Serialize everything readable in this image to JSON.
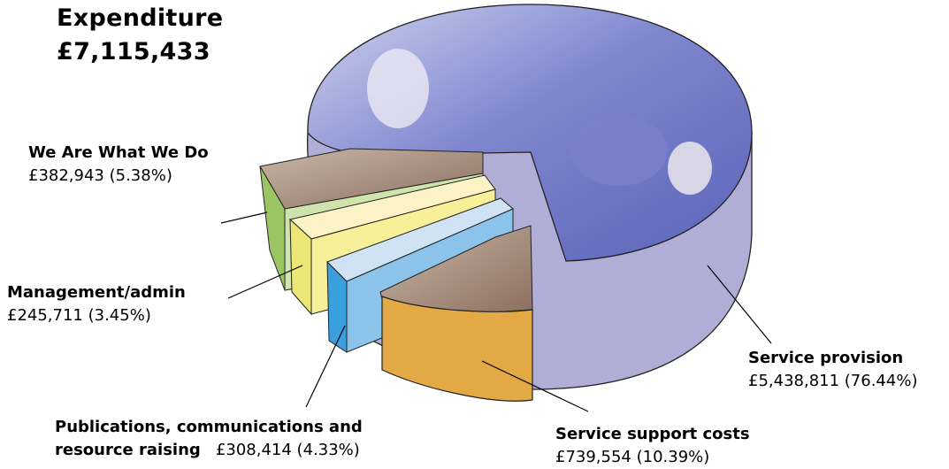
{
  "title": {
    "line1": "Expenditure",
    "line2": "£7,115,433"
  },
  "chart_data": {
    "type": "pie",
    "title": "Expenditure £7,115,433",
    "categories": [
      "Service provision",
      "Service support costs",
      "Publications, communications and resource raising",
      "Management/admin",
      "We Are What We Do"
    ],
    "values": [
      5438811,
      739554,
      308414,
      245711,
      382943
    ],
    "percent_labels": [
      "76.44%",
      "10.39%",
      "4.33%",
      "3.45%",
      "5.38%"
    ],
    "series": [
      {
        "values": [
          5438811,
          739554,
          308414,
          245711,
          382943
        ]
      }
    ],
    "colors": {
      "service_provision": "#b0add6",
      "service_support_costs": "#e2a944",
      "publications": "#3aa0dd",
      "management_admin": "#ece676",
      "we_are_what_we_do": "#9bc462"
    },
    "legend": "callout-labels"
  },
  "labels": [
    {
      "name": "We Are What We Do",
      "value": "£382,943 (5.38%)"
    },
    {
      "name": "Management/admin",
      "value": "£245,711 (3.45%)"
    },
    {
      "name": "Publications, communications and",
      "name2": "resource raising",
      "value": "£308,414 (4.33%)"
    },
    {
      "name": "Service support costs",
      "value": "£739,554 (10.39%)"
    },
    {
      "name": "Service provision",
      "value": "£5,438,811 (76.44%)"
    }
  ]
}
